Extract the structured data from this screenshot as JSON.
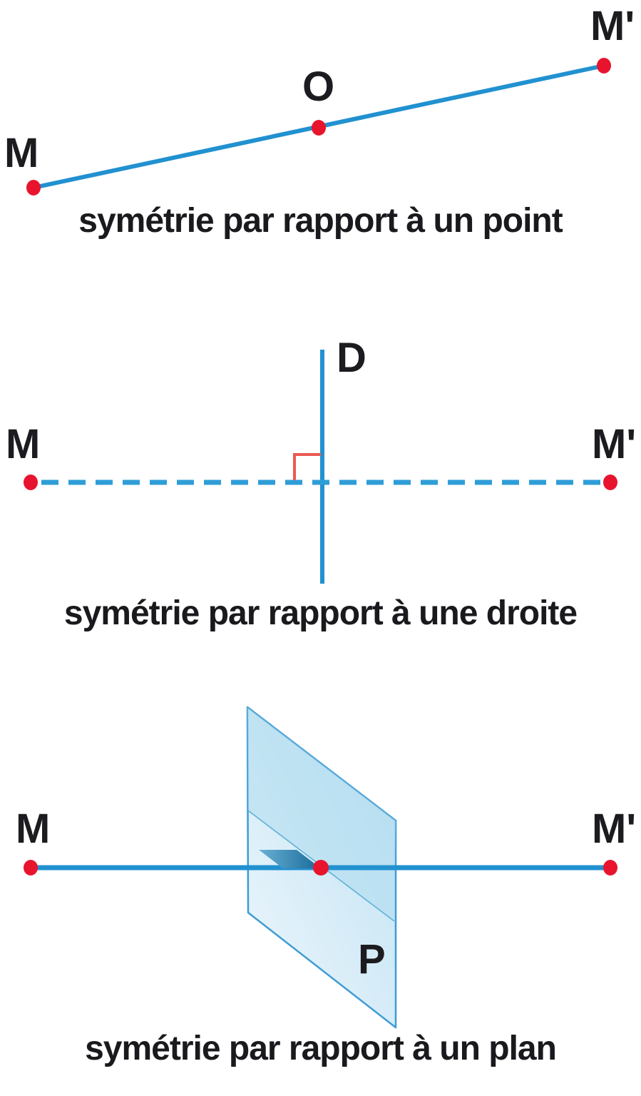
{
  "figure": {
    "title": "three types of symmetry (point, line, plane)"
  },
  "colors": {
    "line_blue": "#2191d0",
    "dashed_blue": "#2f9dd8",
    "dot_red": "#e8142e",
    "right_angle_red": "#ea5a52",
    "plane_edge": "#3e9cd4",
    "plane_fill_light": "#edf6fc",
    "plane_fill_deep": "#bfe2f3",
    "plane_upper_tint": "#a9d9ee",
    "fold_line": "#5fb0d8",
    "marker_dark_start": "#6ab1d4",
    "marker_dark_end": "#17699a",
    "label_text": "#1c1b1f"
  },
  "diagram_point": {
    "label_m": "M",
    "label_o": "O",
    "label_m_prime": "M'",
    "caption": "symétrie par rapport à un point"
  },
  "diagram_line": {
    "label_m": "M",
    "label_d": "D",
    "label_m_prime": "M'",
    "caption": "symétrie par rapport à une droite"
  },
  "diagram_plane": {
    "label_m": "M",
    "label_p": "P",
    "label_m_prime": "M'",
    "caption": "symétrie par rapport à un plan"
  }
}
